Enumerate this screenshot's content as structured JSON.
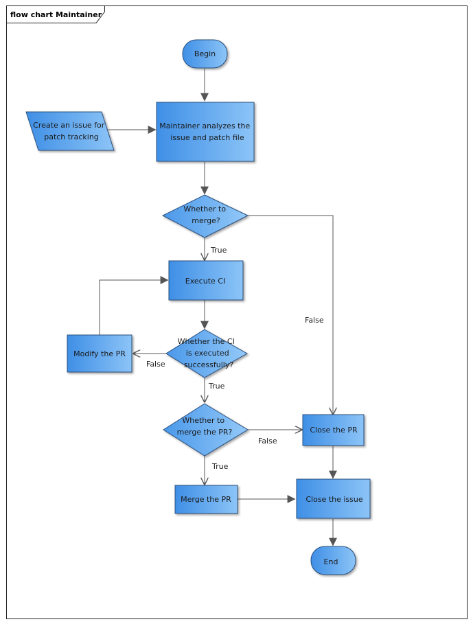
{
  "diagram": {
    "title": "flow chart Maintainer",
    "nodes": {
      "begin": {
        "label": "Begin"
      },
      "issue": {
        "label": [
          "Create an issue for",
          "patch tracking"
        ]
      },
      "analyze": {
        "label": [
          "Maintainer analyzes the",
          "issue and patch file"
        ]
      },
      "merge_q": {
        "label": [
          "Whether to",
          "merge?"
        ]
      },
      "ci": {
        "label": "Execute CI"
      },
      "ci_q": {
        "label": [
          "Whether the CI",
          "is executed",
          "successfully?"
        ]
      },
      "modify": {
        "label": "Modify the PR"
      },
      "mergepr_q": {
        "label": [
          "Whether to",
          "merge the PR?"
        ]
      },
      "close_pr": {
        "label": "Close the PR"
      },
      "merge_pr": {
        "label": "Merge the PR"
      },
      "close_issue": {
        "label": "Close the issue"
      },
      "end": {
        "label": "End"
      }
    },
    "edge_labels": {
      "merge_true": "True",
      "merge_false": "False",
      "ci_false": "False",
      "ci_true": "True",
      "mergepr_false": "False",
      "mergepr_true": "True"
    },
    "colors": {
      "fill_light": "#8cc4f7",
      "fill_dark": "#3f8fe6",
      "stroke": "#2a4f7c",
      "edge": "#555555"
    }
  }
}
